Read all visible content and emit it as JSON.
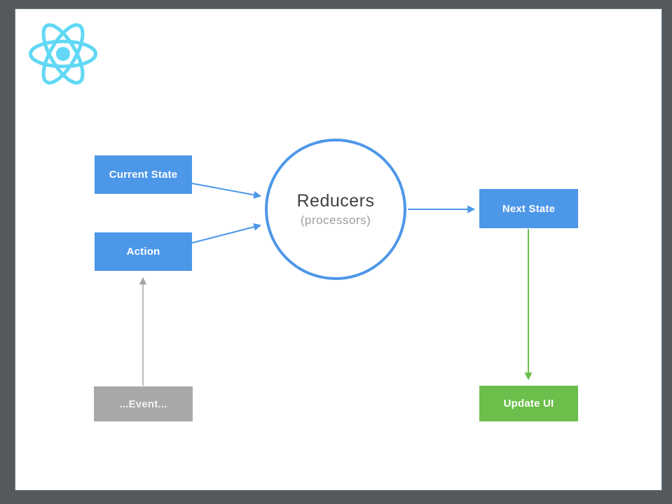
{
  "slide": {
    "frame_color": "#55585c",
    "canvas_color": "#ffffff"
  },
  "logo": {
    "name": "react-logo",
    "color": "#61d8f5"
  },
  "colors": {
    "node_blue": "#4d97e8",
    "node_green": "#6cbf4b",
    "node_gray": "#a8a8a8",
    "arrow_blue": "#4d97e8",
    "arrow_green": "#6cbf4b",
    "arrow_gray": "#a5a5a5",
    "circle_stroke": "#4d97e8",
    "reducers_title_color": "#3f4245",
    "reducers_subtitle_color": "#9d9d9d"
  },
  "nodes": {
    "current_state": {
      "label": "Current State"
    },
    "action": {
      "label": "Action"
    },
    "event": {
      "label": "...Event..."
    },
    "reducers": {
      "title": "Reducers",
      "subtitle": "(processors)"
    },
    "next_state": {
      "label": "Next State"
    },
    "update_ui": {
      "label": "Update UI"
    }
  }
}
